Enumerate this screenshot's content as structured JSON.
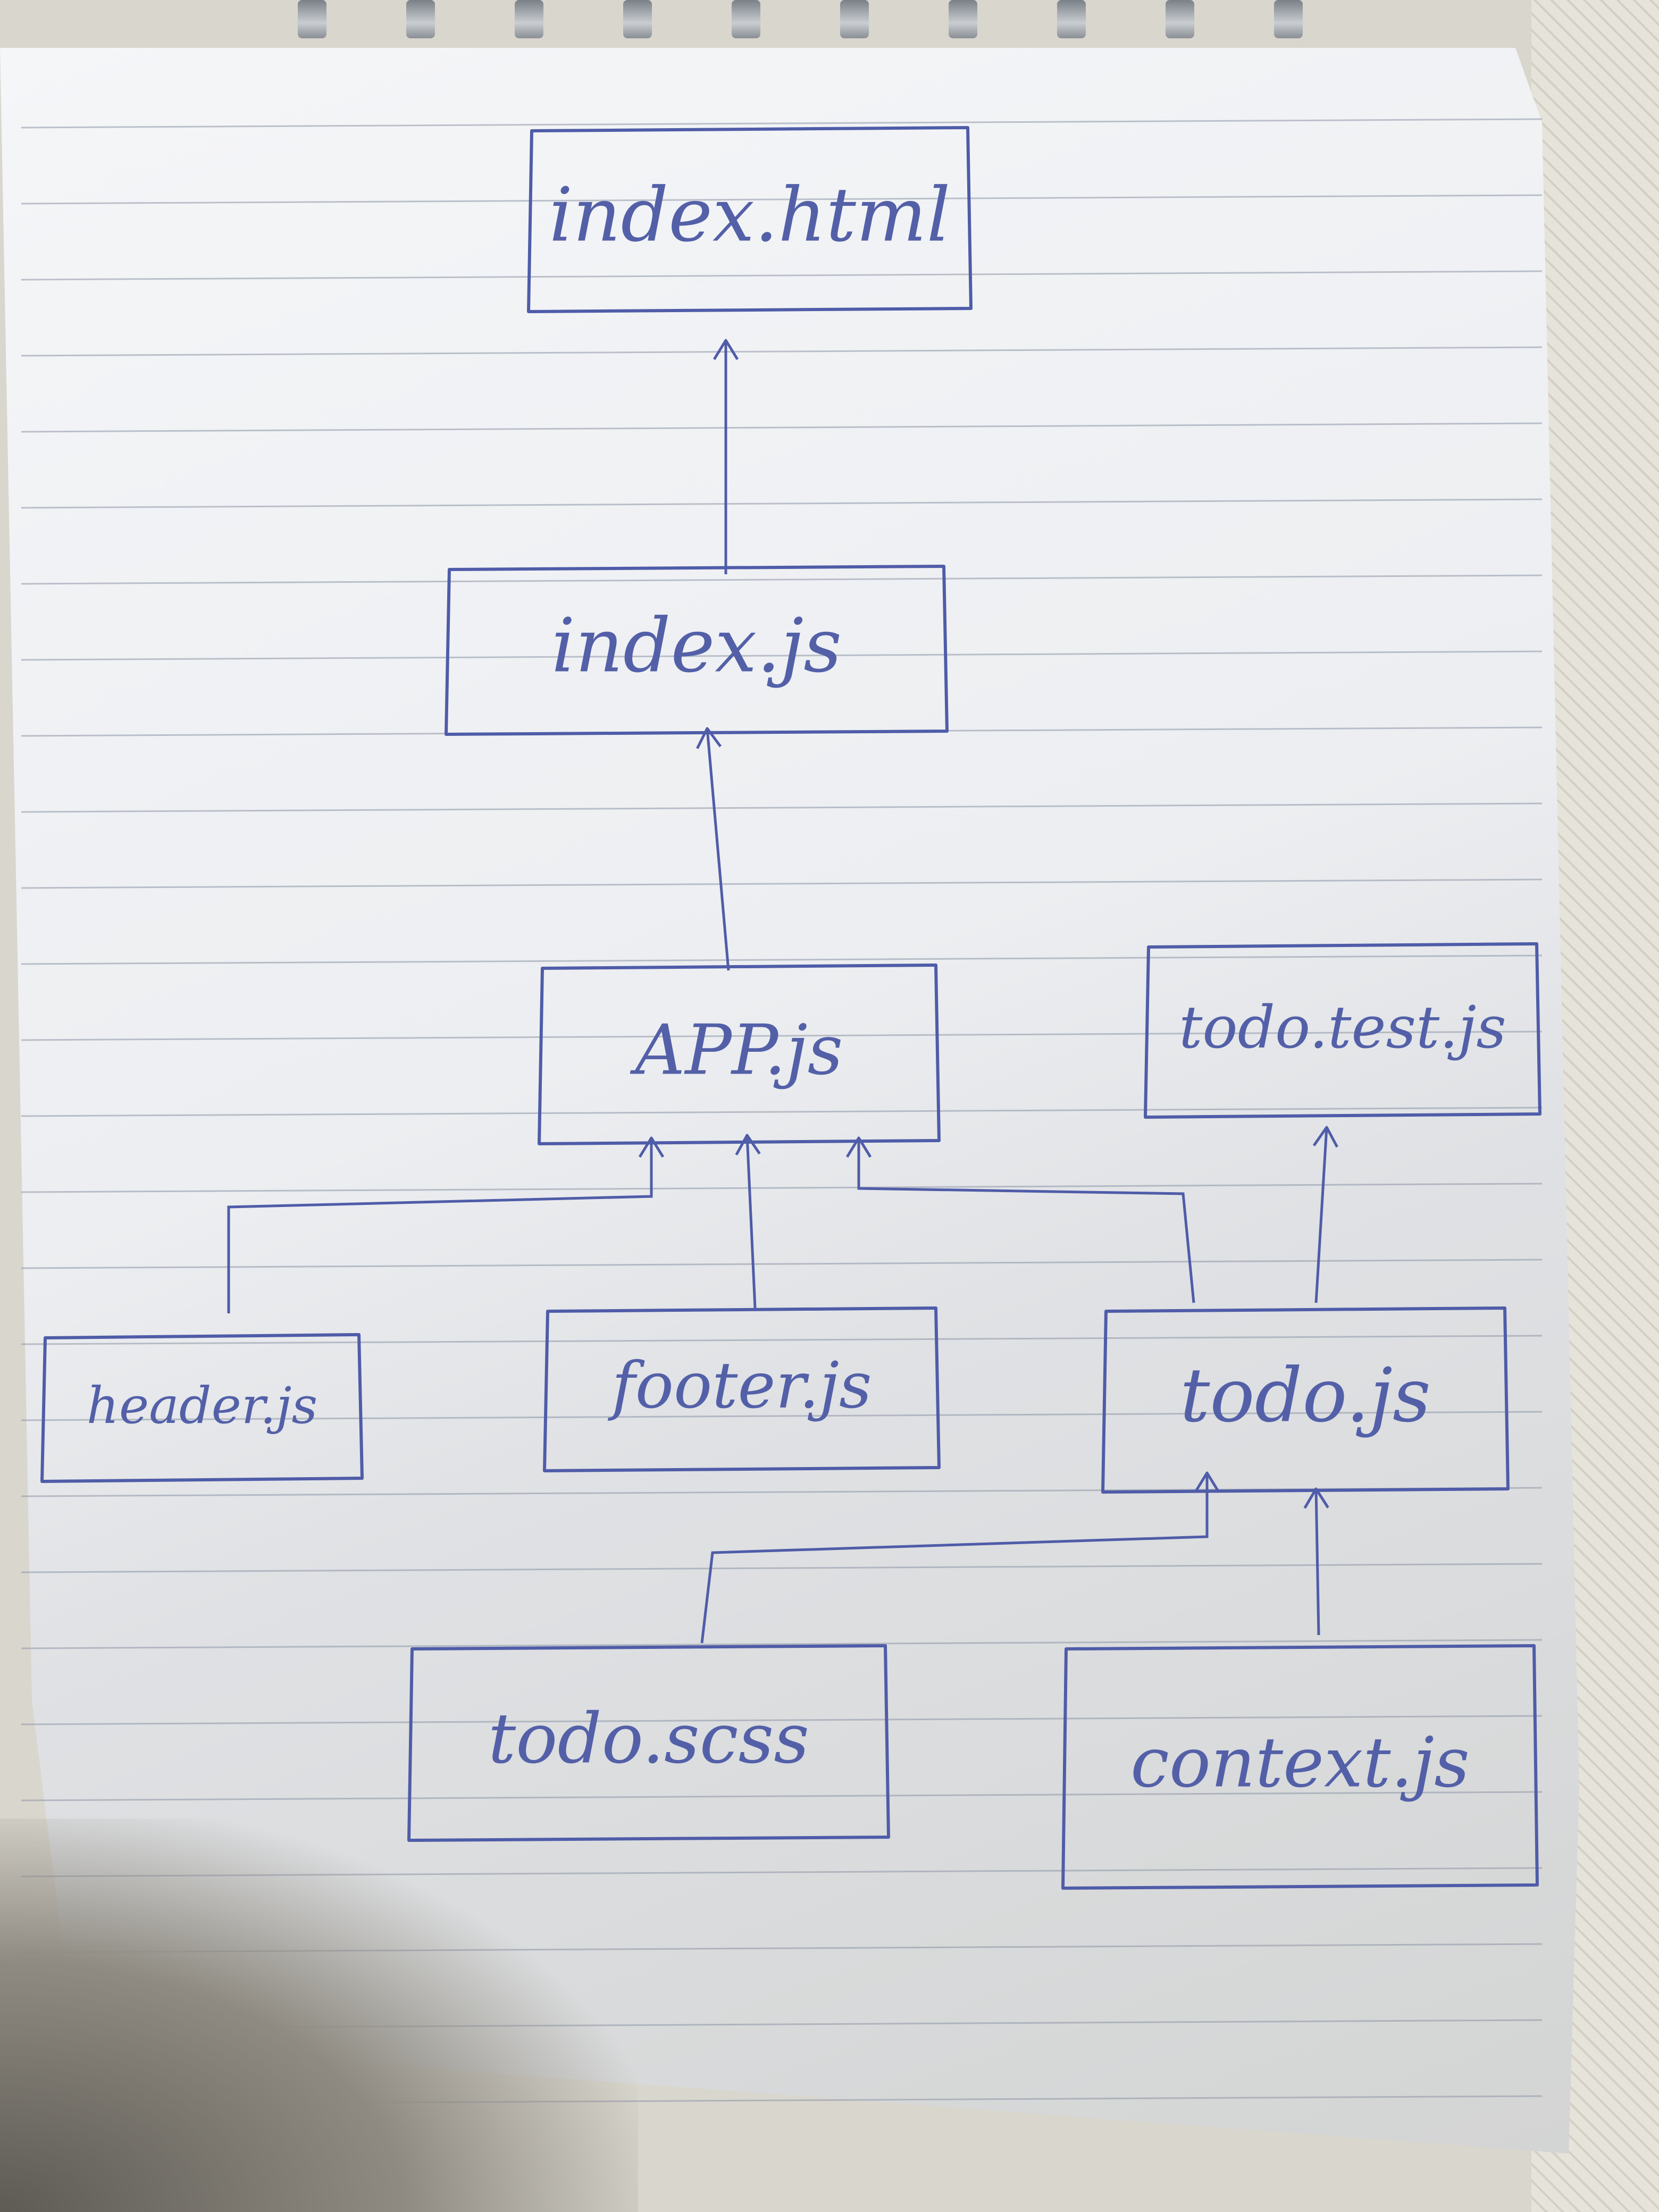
{
  "diagram": {
    "nodes": [
      {
        "id": "index_html",
        "label": "index.html"
      },
      {
        "id": "index_js",
        "label": "index.js"
      },
      {
        "id": "app_js",
        "label": "APP.js"
      },
      {
        "id": "todo_test_js",
        "label": "todo.test.js"
      },
      {
        "id": "header_js",
        "label": "header.js"
      },
      {
        "id": "footer_js",
        "label": "footer.js"
      },
      {
        "id": "todo_js",
        "label": "todo.js"
      },
      {
        "id": "todo_scss",
        "label": "todo.scss"
      },
      {
        "id": "context_js",
        "label": "context.js"
      }
    ],
    "edges": [
      {
        "from": "index_js",
        "to": "index_html"
      },
      {
        "from": "app_js",
        "to": "index_js"
      },
      {
        "from": "header_js",
        "to": "app_js"
      },
      {
        "from": "footer_js",
        "to": "app_js"
      },
      {
        "from": "todo_js",
        "to": "app_js"
      },
      {
        "from": "todo_js",
        "to": "todo_test_js"
      },
      {
        "from": "todo_scss",
        "to": "todo_js"
      },
      {
        "from": "context_js",
        "to": "todo_js"
      }
    ],
    "colors": {
      "ink": "#4f5ca8",
      "paper": "#f3f4f6"
    }
  }
}
